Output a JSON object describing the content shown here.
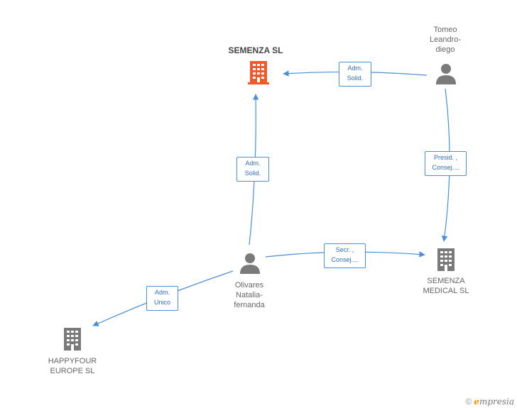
{
  "colors": {
    "accent_company": "#f05a28",
    "company": "#7a7a7a",
    "person": "#7a7a7a",
    "edge": "#4a8fd8"
  },
  "nodes": {
    "semenza_sl": {
      "label": "SEMENZA SL",
      "icon": "building-icon"
    },
    "tomeo": {
      "label": "Tomeo\nLeandro-\ndiego",
      "icon": "person-icon"
    },
    "semenza_medical": {
      "label": "SEMENZA\nMEDICAL SL",
      "icon": "building-icon"
    },
    "olivares": {
      "label": "Olivares\nNatalia-\nfernanda",
      "icon": "person-icon"
    },
    "happyfour": {
      "label": "HAPPYFOUR\nEUROPE SL",
      "icon": "building-icon"
    }
  },
  "edges": {
    "tomeo_semenza": "Adm.\nSolid.",
    "olivares_semenza": "Adm.\nSolid.",
    "tomeo_medical": "Presid. ,\nConsej....",
    "olivares_medical": "Secr. ,\nConsej....",
    "olivares_happyfour": "Adm.\nUnico"
  },
  "footer": {
    "copyright": "©",
    "brand_initial": "e",
    "brand_rest": "mpresia"
  }
}
